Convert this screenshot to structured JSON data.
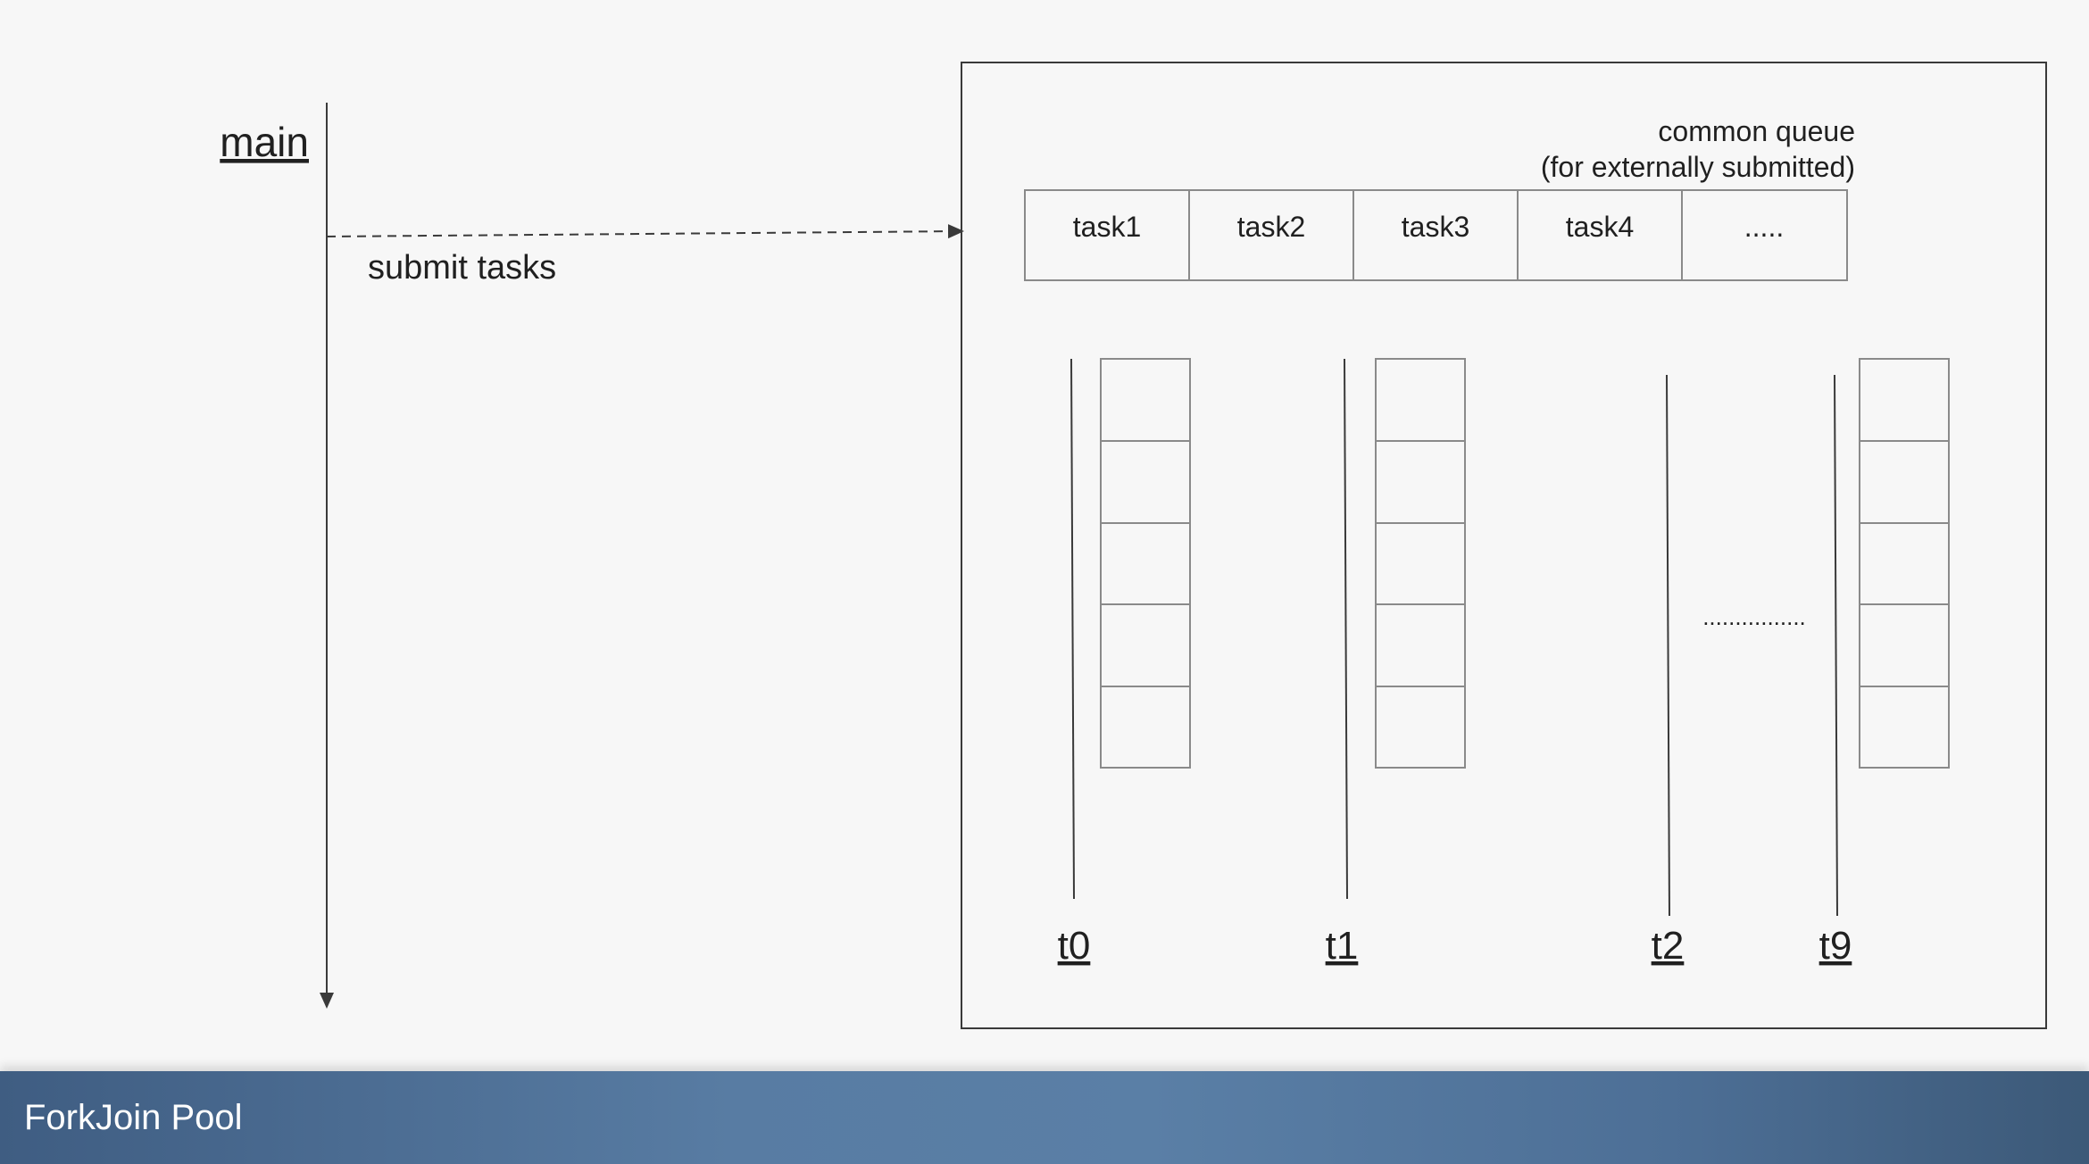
{
  "main": {
    "label": "main",
    "submit_label": "submit tasks"
  },
  "pool": {
    "queue_caption_line1": "common queue",
    "queue_caption_line2": "(for externally submitted)",
    "queue_cells": [
      "task1",
      "task2",
      "task3",
      "task4",
      "....."
    ],
    "threads": [
      "t0",
      "t1",
      "t2",
      "t9"
    ],
    "gap_marker": "................"
  },
  "footer": {
    "title": "ForkJoin Pool"
  },
  "colors": {
    "line": "#3a3a3a",
    "box_border": "#8a8a8a",
    "footer": "#56799f"
  }
}
